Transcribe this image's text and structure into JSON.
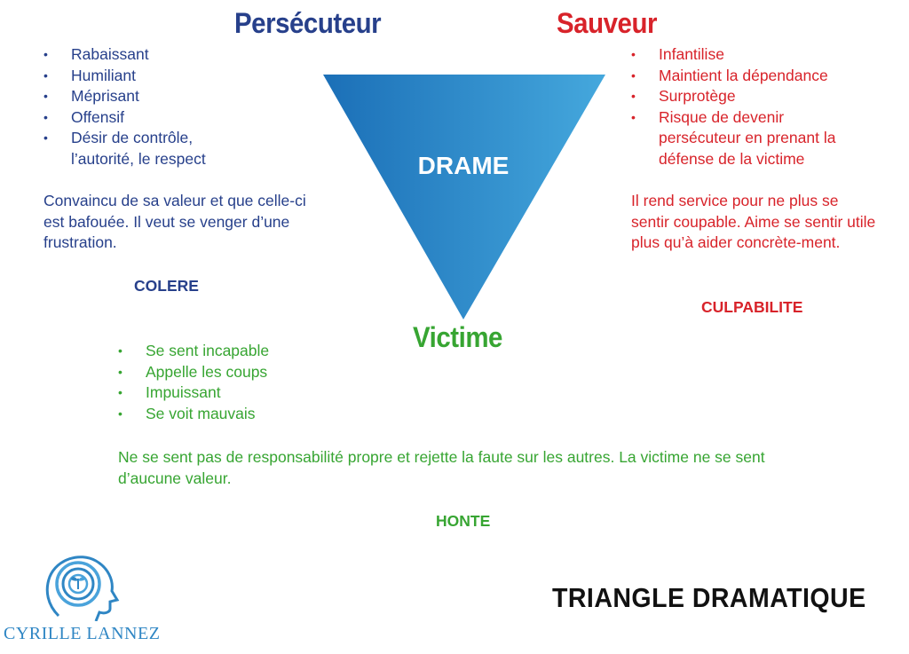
{
  "persecuteur": {
    "title": "Persécuteur",
    "items": [
      "Rabaissant",
      "Humiliant",
      "Méprisant",
      "Offensif",
      "Désir de contrôle,\nl’autorité, le respect"
    ],
    "description": "Convaincu de sa valeur et que celle-ci est bafouée. Il veut se venger d’une frustration.",
    "emotion": "COLERE"
  },
  "sauveur": {
    "title": "Sauveur",
    "items": [
      "Infantilise",
      "Maintient la dépendance",
      "Surprotège",
      "Risque de devenir persécuteur en prenant la défense de la victime"
    ],
    "description": "Il rend service pour ne plus se sentir coupable. Aime se sentir utile plus qu’à aider concrète-ment.",
    "emotion": "CULPABILITE"
  },
  "victime": {
    "title": "Victime",
    "items": [
      "Se sent incapable",
      "Appelle les coups",
      "Impuissant",
      "Se voit mauvais"
    ],
    "description": "Ne se sent pas de responsabilité propre et rejette la faute sur les autres. La victime ne se sent d’aucune valeur.",
    "emotion": "HONTE"
  },
  "triangle": {
    "label": "DRAME"
  },
  "footer": {
    "title": "TRIANGLE DRAMATIQUE"
  },
  "brand": {
    "name": "CYRILLE LANNEZ",
    "logo_icon": "head-spiral-logo"
  },
  "colors": {
    "persecuteur": "#27408b",
    "sauveur": "#d8232a",
    "victime": "#37a532",
    "triangle_dark": "#1b6fb7",
    "triangle_light": "#45a8dd",
    "brand": "#2f86c4"
  }
}
